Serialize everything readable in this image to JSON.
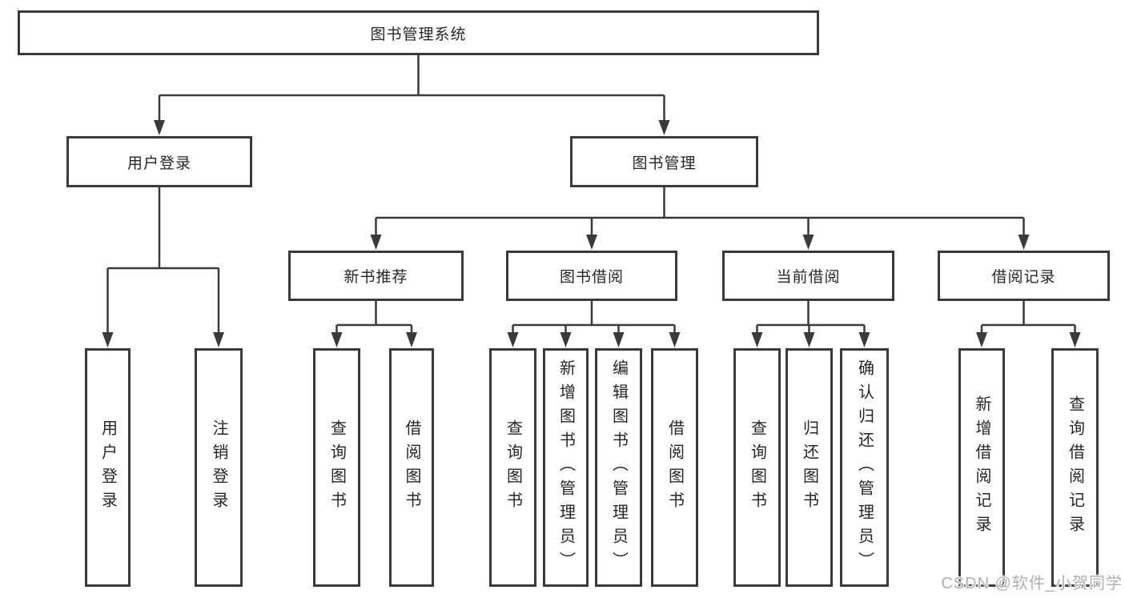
{
  "watermark": "CSDN @软件_小贺同学",
  "colors": {
    "line": "#3a3a3a",
    "text": "#262626",
    "watermark_text": "#b0b0b0",
    "background": "#ffffff"
  },
  "tree": {
    "label": "图书管理系统",
    "children": [
      {
        "label": "用户登录",
        "children": [
          {
            "label": "用户登录"
          },
          {
            "label": "注销登录"
          }
        ]
      },
      {
        "label": "图书管理",
        "children": [
          {
            "label": "新书推荐",
            "children": [
              {
                "label": "查询图书"
              },
              {
                "label": "借阅图书"
              }
            ]
          },
          {
            "label": "图书借阅",
            "children": [
              {
                "label": "查询图书"
              },
              {
                "label": "新增图书（管理员）"
              },
              {
                "label": "编辑图书（管理员）"
              },
              {
                "label": "借阅图书"
              }
            ]
          },
          {
            "label": "当前借阅",
            "children": [
              {
                "label": "查询图书"
              },
              {
                "label": "归还图书"
              },
              {
                "label": "确认归还（管理员）"
              }
            ]
          },
          {
            "label": "借阅记录",
            "children": [
              {
                "label": "新增借阅记录"
              },
              {
                "label": "查询借阅记录"
              }
            ]
          }
        ]
      }
    ]
  }
}
